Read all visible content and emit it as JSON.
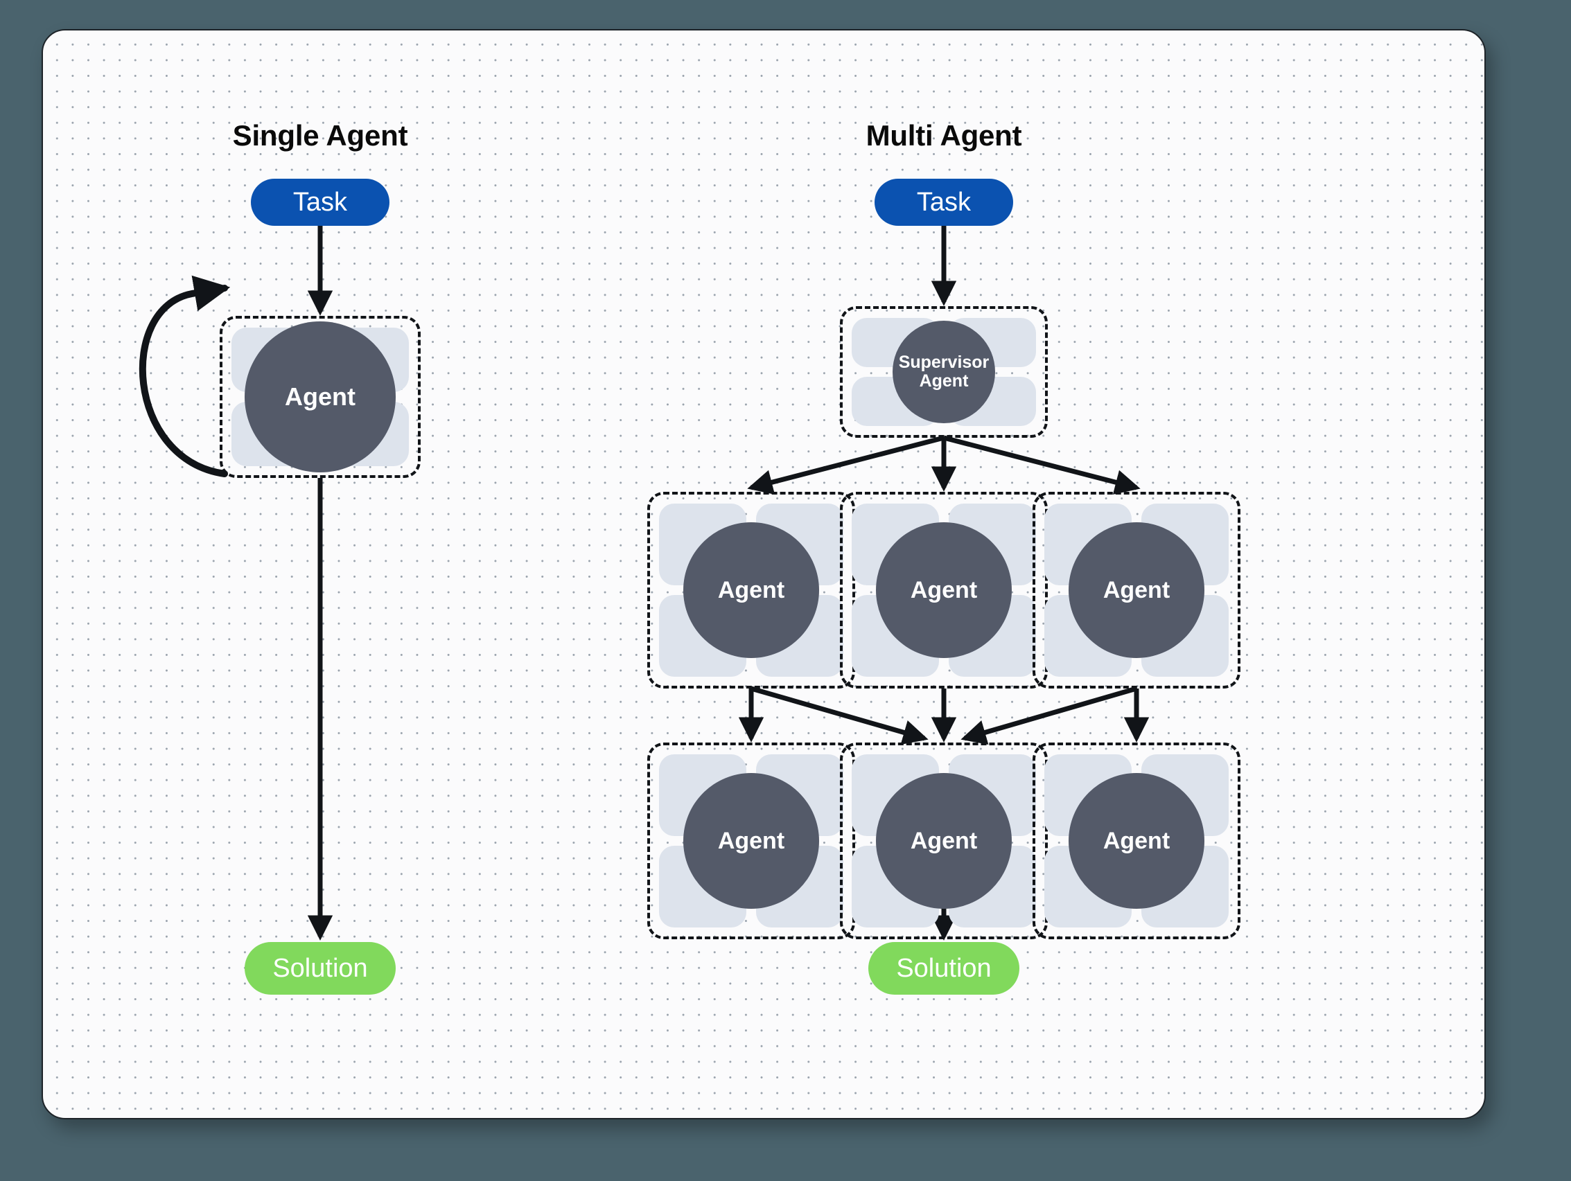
{
  "canvas": {
    "background_color": "#fbfbfc",
    "outer_background_color": "#4a636d",
    "border_color": "#1d2328",
    "dot_color": "#9aa3ad"
  },
  "palette": {
    "task_blue": "#0b52b0",
    "solution_green": "#81d95c",
    "agent_circle": "#545a69",
    "agent_tile": "#dde3ec",
    "edge_black": "#111418"
  },
  "sections": [
    {
      "id": "single",
      "title": "Single Agent"
    },
    {
      "id": "multi",
      "title": "Multi Agent"
    }
  ],
  "single_agent": {
    "task_label": "Task",
    "agent_label": "Agent",
    "solution_label": "Solution",
    "self_loop": true
  },
  "multi_agent": {
    "task_label": "Task",
    "supervisor_label_line1": "Supervisor",
    "supervisor_label_line2": "Agent",
    "solution_label": "Solution",
    "row1": [
      {
        "label": "Agent"
      },
      {
        "label": "Agent"
      },
      {
        "label": "Agent"
      }
    ],
    "row2": [
      {
        "label": "Agent"
      },
      {
        "label": "Agent"
      },
      {
        "label": "Agent"
      }
    ]
  }
}
